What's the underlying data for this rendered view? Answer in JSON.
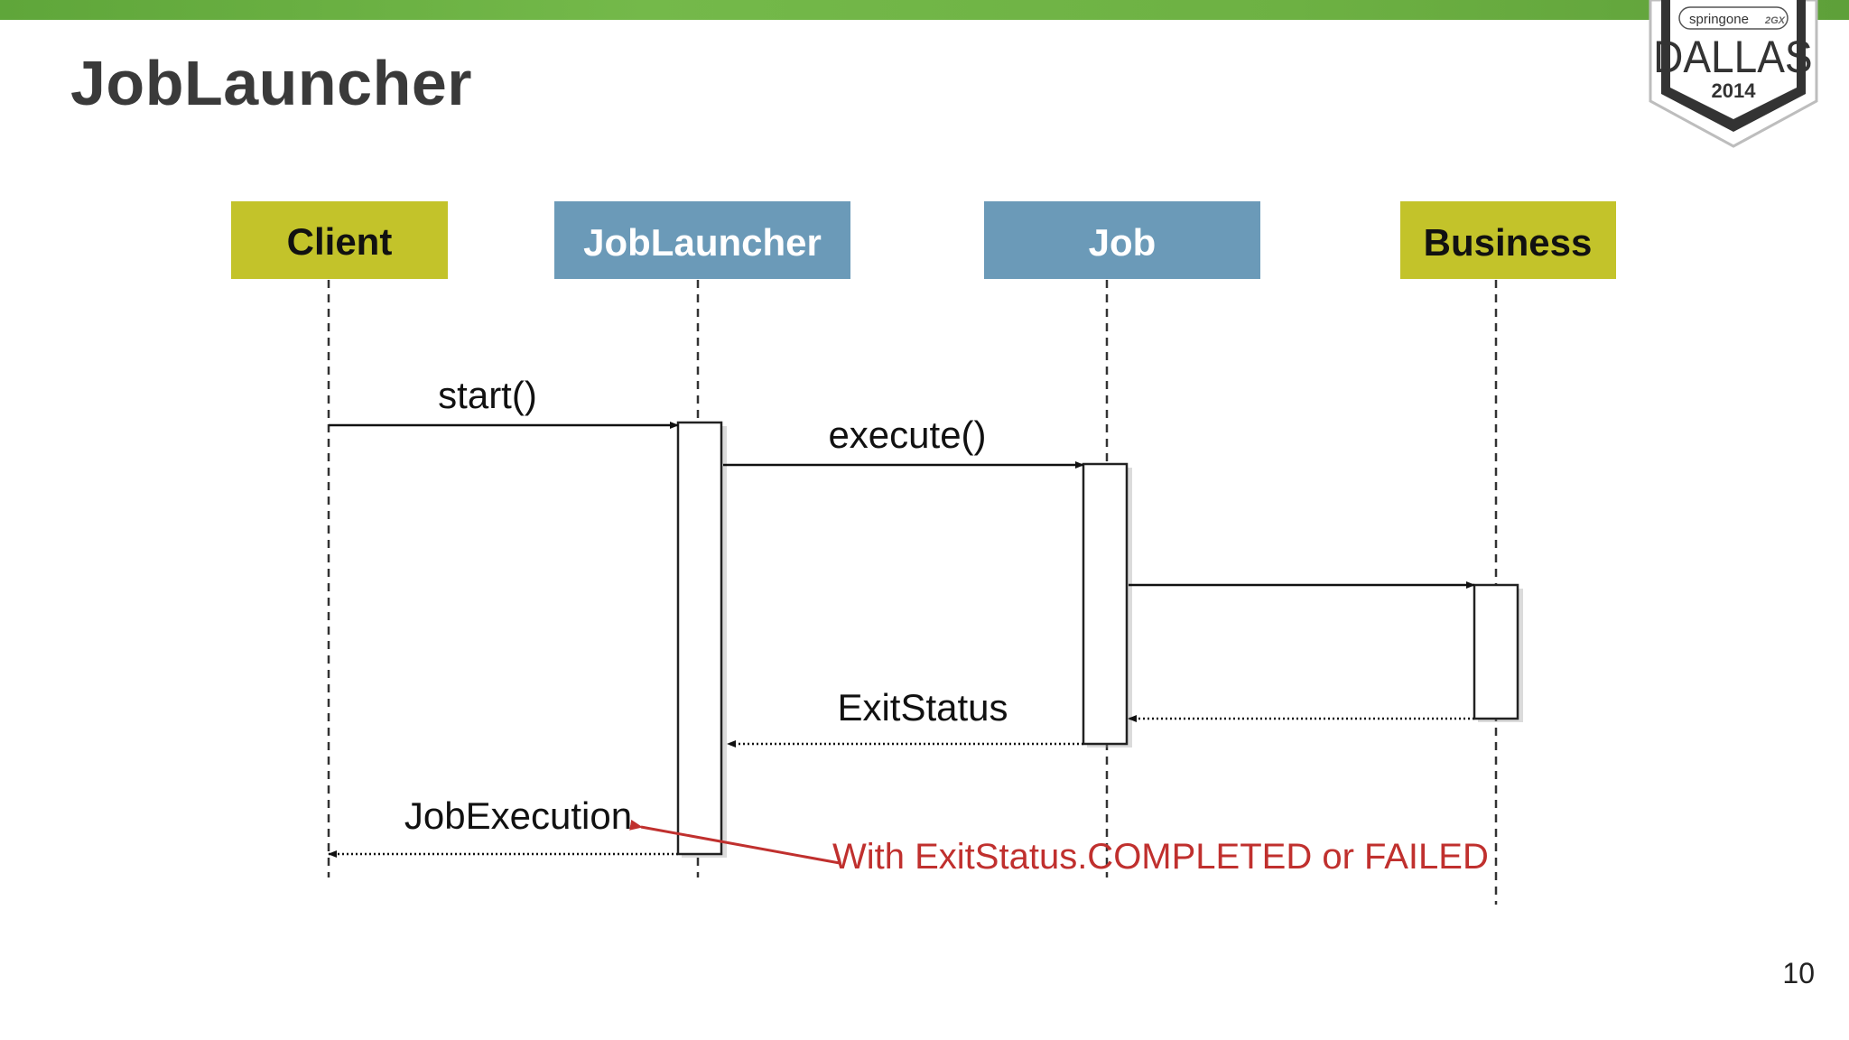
{
  "slide": {
    "title": "JobLauncher",
    "page_number": "10"
  },
  "badge": {
    "brand": "springone",
    "city": "DALLAS",
    "year": "2014",
    "color": "#333333"
  },
  "diagram": {
    "actors": [
      {
        "label": "Client",
        "color": "#c3c32a",
        "text_color": "#111111"
      },
      {
        "label": "JobLauncher",
        "color": "#6b9ab8",
        "text_color": "#ffffff"
      },
      {
        "label": "Job",
        "color": "#6b9ab8",
        "text_color": "#ffffff"
      },
      {
        "label": "Business",
        "color": "#c3c32a",
        "text_color": "#111111"
      }
    ],
    "messages": {
      "start": "start()",
      "execute": "execute()",
      "exit_status": "ExitStatus",
      "job_execution": "JobExecution"
    },
    "note": {
      "text": "With ExitStatus.COMPLETED or FAILED",
      "color": "#c0302e"
    }
  }
}
